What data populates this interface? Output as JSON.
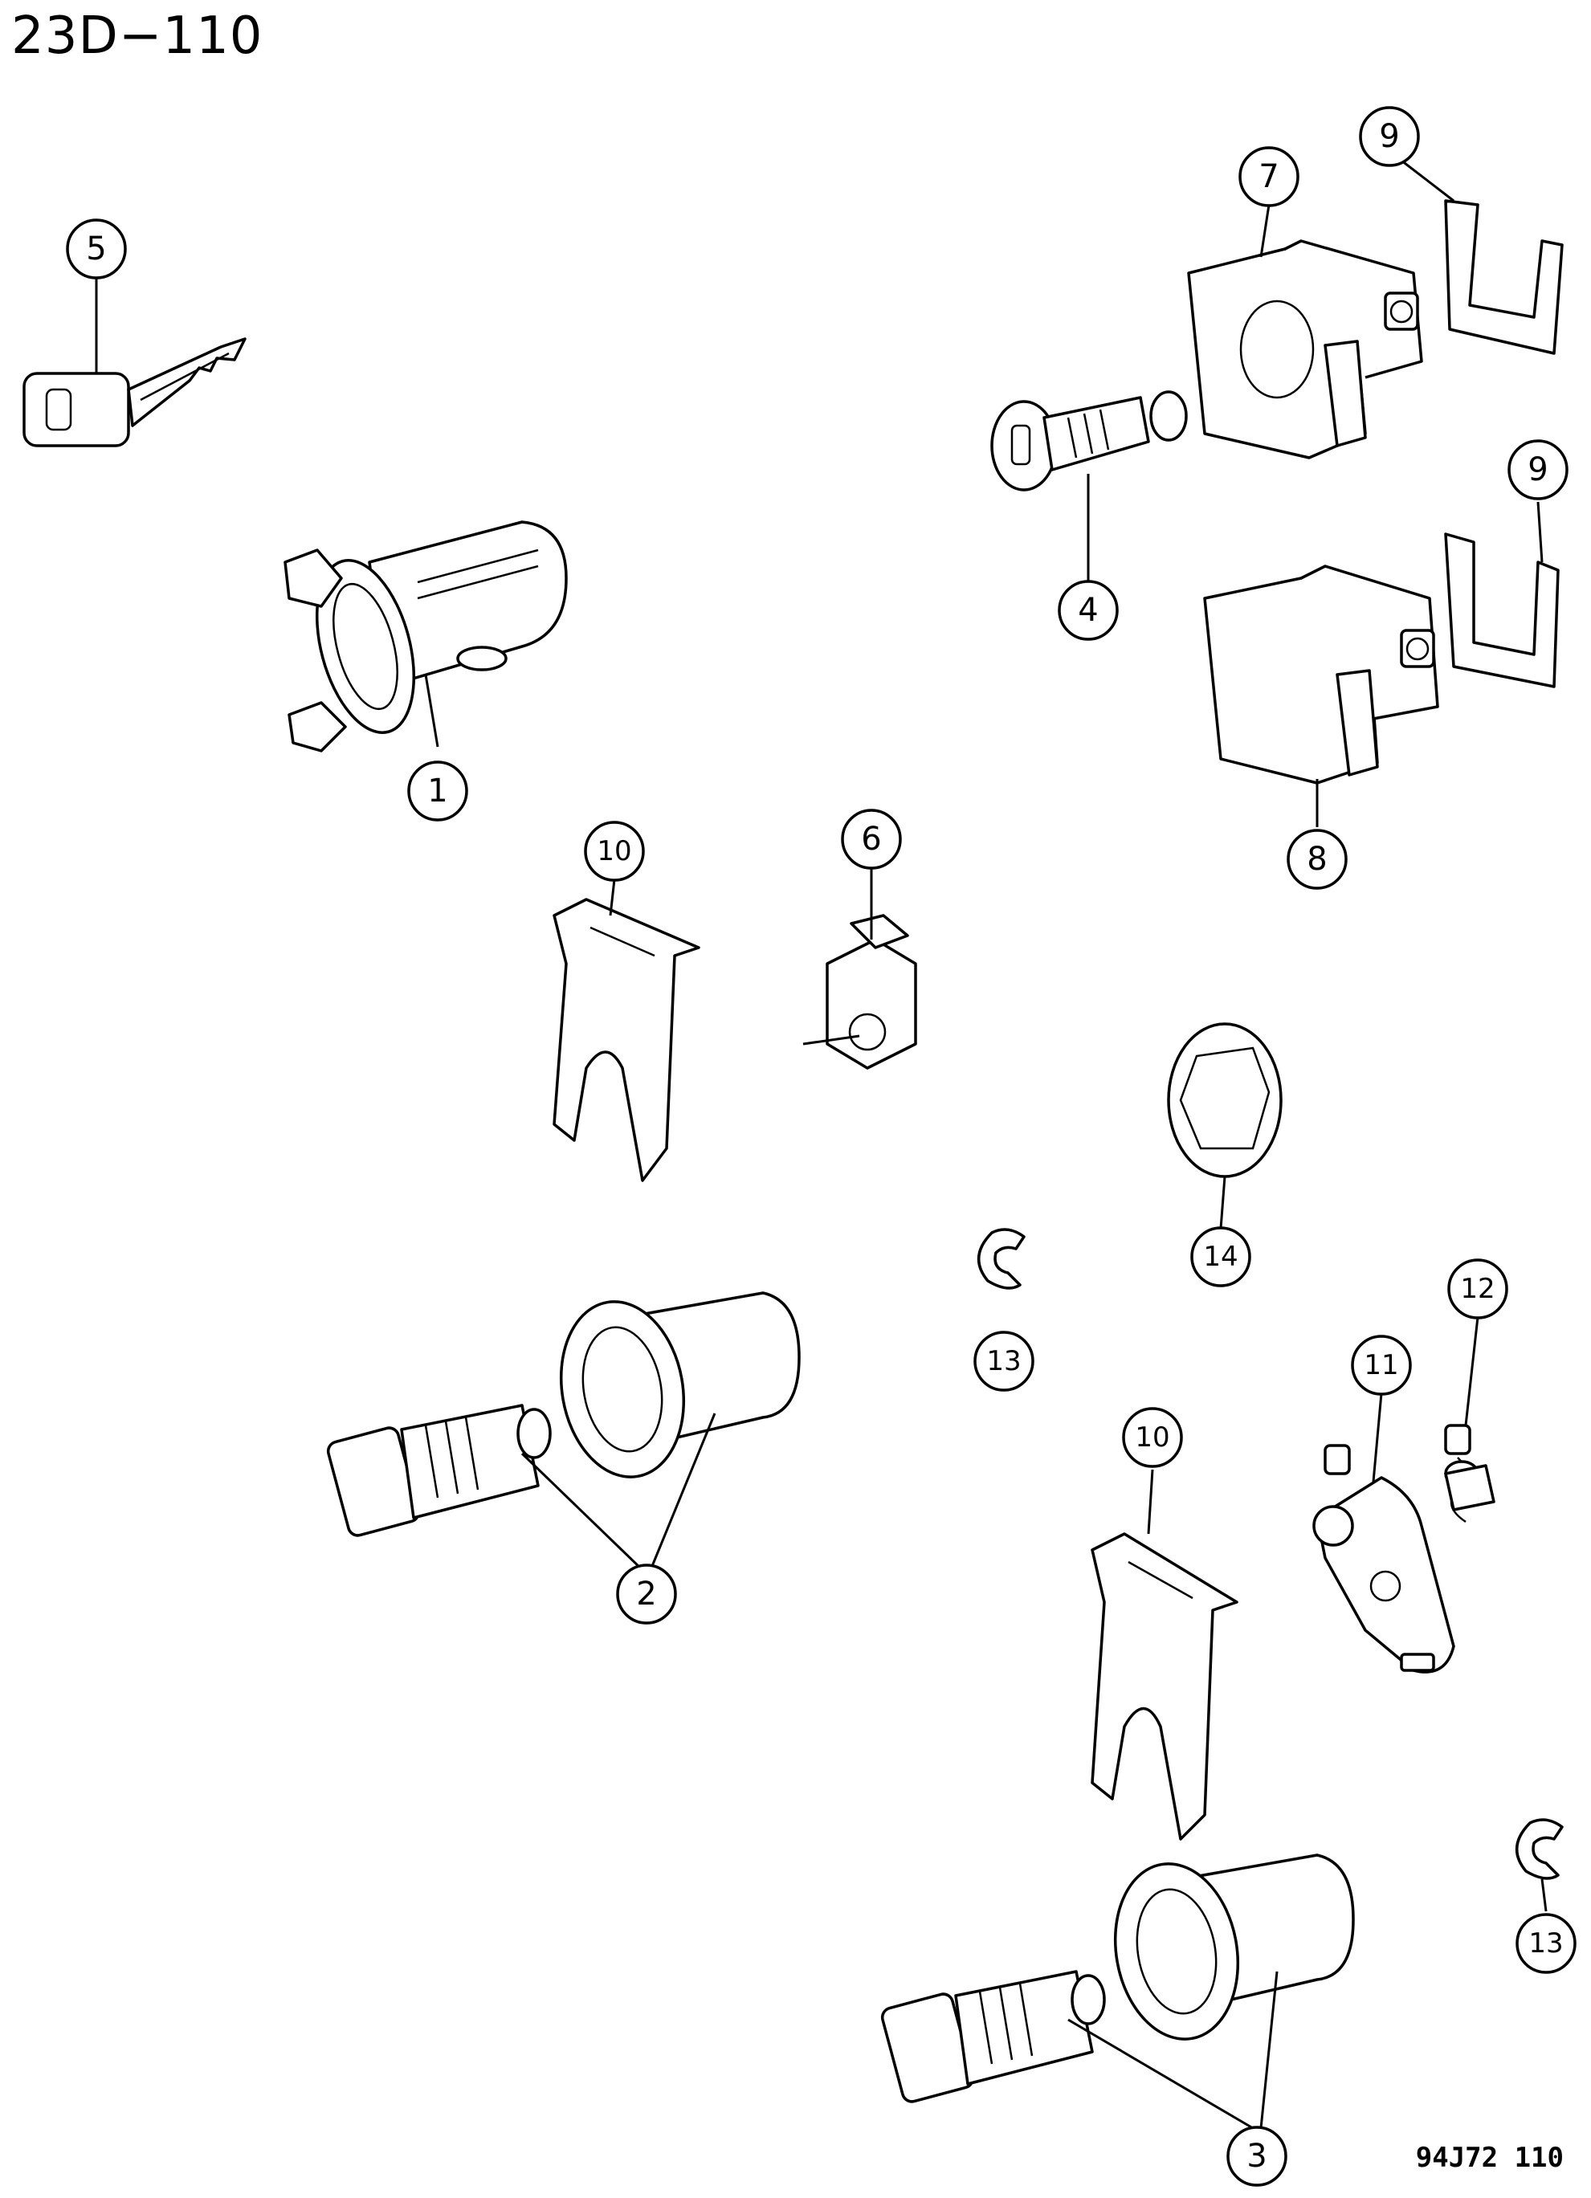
{
  "header": {
    "page_id": "23D−110"
  },
  "footer": {
    "code": "94J72  110"
  },
  "callouts": [
    "1",
    "2",
    "3",
    "4",
    "5",
    "6",
    "7",
    "8",
    "9",
    "9",
    "10",
    "10",
    "11",
    "12",
    "13",
    "13",
    "14"
  ]
}
